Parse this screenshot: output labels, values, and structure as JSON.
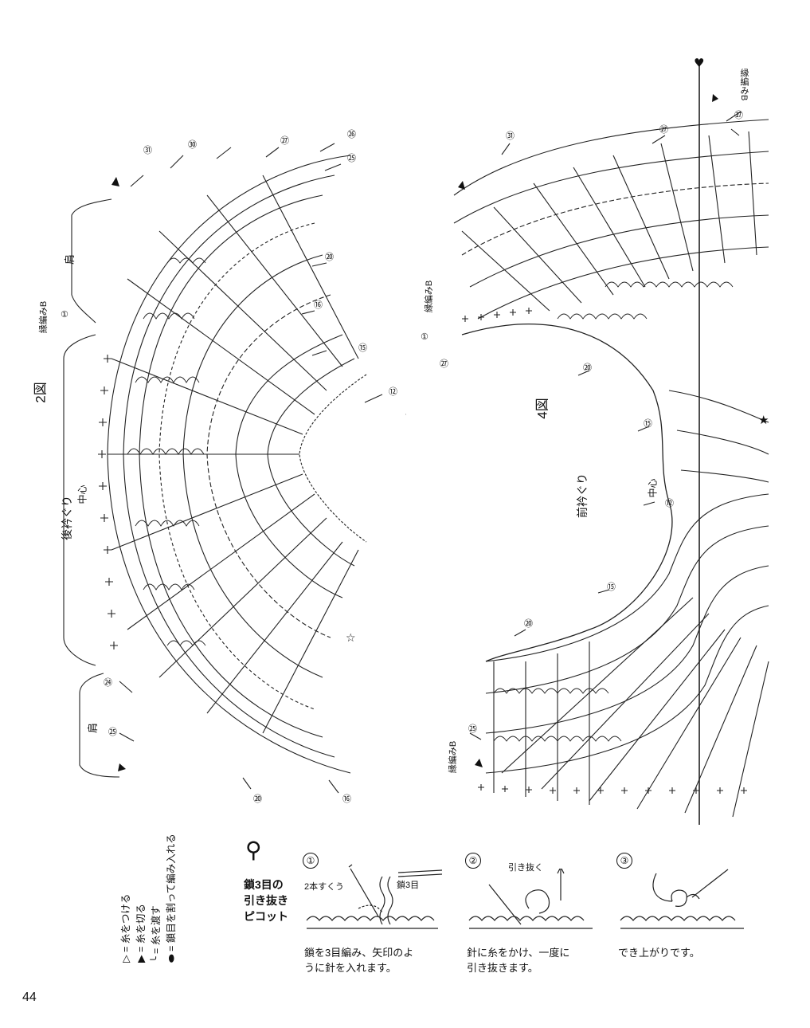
{
  "page_number": "44",
  "diagram2": {
    "fig_label": "2図",
    "neckline_label": "後衿ぐり",
    "center_label": "中心",
    "shoulder_top": "肩",
    "shoulder_bottom": "肩",
    "edging_label": "縁編みB",
    "edging_round": "①",
    "rounds": [
      "㉛",
      "㉚",
      "㉗",
      "㉖",
      "㉕",
      "⑳",
      "⑯",
      "⑮",
      "⑫",
      "㉔",
      "㉕",
      "⑳",
      "⑯"
    ],
    "start_marks": [
      "★",
      "☆"
    ]
  },
  "diagram4": {
    "fig_label": "4図",
    "neckline_label": "前衿ぐり",
    "center_label": "中心",
    "edging_label_top": "縁編みB",
    "edging_label_right": "縁編みB",
    "edging_label_bottom": "縁編みB",
    "edging_round": "①",
    "rounds": [
      "㉛",
      "㉗",
      "㉗",
      "⑳",
      "⑮",
      "⑫",
      "⑮",
      "⑳",
      "㉕",
      "㉗"
    ],
    "marks": [
      "♥",
      "★"
    ]
  },
  "legend": {
    "items": [
      "▷ = 糸をつける",
      "▶ = 糸を切る",
      "╰ = 糸を渡す",
      "⬬ = 鎖目を割って編み入れる"
    ]
  },
  "picot": {
    "title_lines": [
      "鎖3目の",
      "引き抜き",
      "ピコット"
    ],
    "symbol": "⚲",
    "steps": [
      {
        "num": "①",
        "labels": [
          "2本すくう",
          "鎖3目"
        ],
        "caption_lines": [
          "鎖を3目編み、矢印のよ",
          "うに針を入れます。"
        ]
      },
      {
        "num": "②",
        "labels": [
          "引き抜く"
        ],
        "caption_lines": [
          "針に糸をかけ、一度に",
          "引き抜きます。"
        ]
      },
      {
        "num": "③",
        "labels": [],
        "caption_lines": [
          "でき上がりです。"
        ]
      }
    ]
  }
}
